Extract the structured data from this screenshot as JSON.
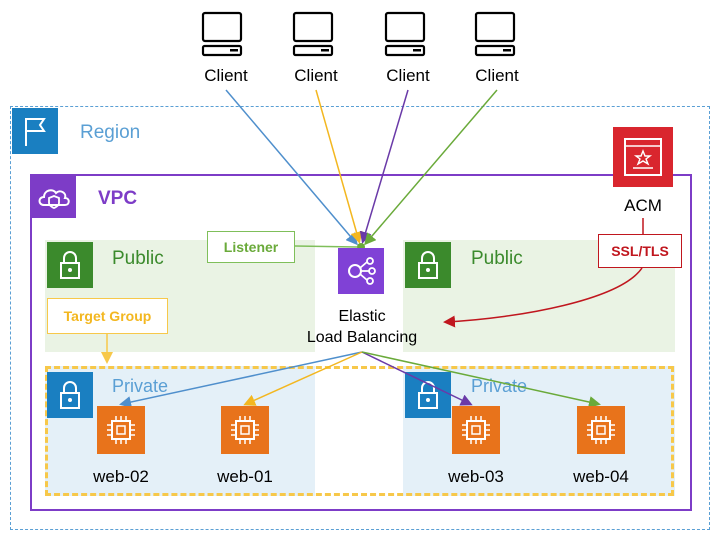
{
  "clients": [
    "Client",
    "Client",
    "Client",
    "Client"
  ],
  "region": {
    "label": "Region"
  },
  "vpc": {
    "label": "VPC"
  },
  "subnets": {
    "public_left": "Public",
    "public_right": "Public",
    "private_left": "Private",
    "private_right": "Private"
  },
  "target_group": {
    "label": "Target Group"
  },
  "listener": {
    "label": "Listener"
  },
  "acm": {
    "label": "ACM"
  },
  "ssl": {
    "label": "SSL/TLS"
  },
  "elb": {
    "line1": "Elastic",
    "line2": "Load Balancing"
  },
  "instances": [
    "web-02",
    "web-01",
    "web-03",
    "web-04"
  ],
  "colors": {
    "client1": "#4f8fcc",
    "client2": "#f3b720",
    "client3": "#6a3aa8",
    "client4": "#6aaa3a",
    "region": "#5a9fd4",
    "vpc": "#7d3cc7",
    "acm": "#d9262e",
    "elb": "#8041d6",
    "ec2": "#e8731b",
    "ssl": "#c0161e",
    "target_group": "#f7c84a"
  }
}
